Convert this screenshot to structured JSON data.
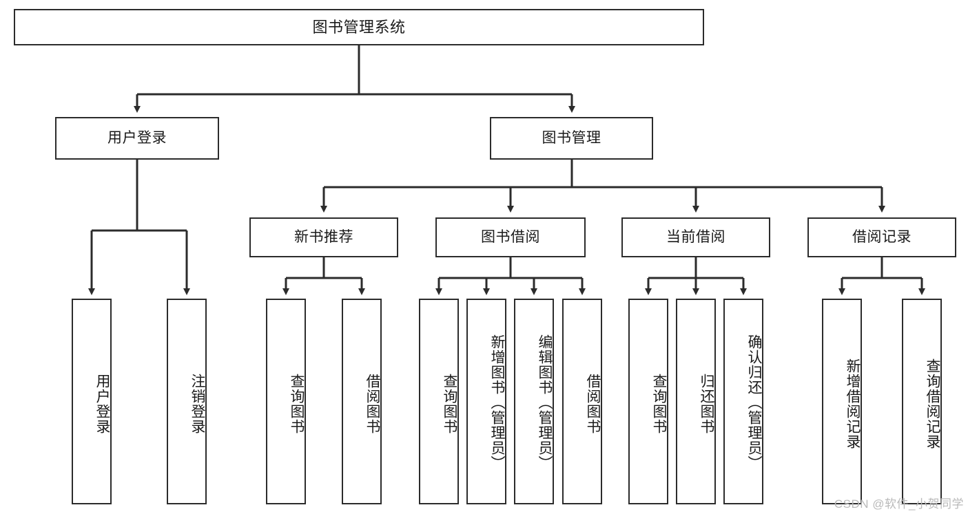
{
  "diagram": {
    "title": "图书管理系统",
    "type": "tree-hierarchy-chart",
    "root": {
      "label": "图书管理系统"
    },
    "level2": [
      {
        "label": "用户登录"
      },
      {
        "label": "图书管理"
      }
    ],
    "level3": [
      {
        "label": "新书推荐"
      },
      {
        "label": "图书借阅"
      },
      {
        "label": "当前借阅"
      },
      {
        "label": "借阅记录"
      }
    ],
    "leaves": [
      {
        "label": "用户登录"
      },
      {
        "label": "注销登录"
      },
      {
        "label": "查询图书"
      },
      {
        "label": "借阅图书"
      },
      {
        "label": "查询图书"
      },
      {
        "label": "新增图书（管理员）"
      },
      {
        "label": "编辑图书（管理员）"
      },
      {
        "label": "借阅图书"
      },
      {
        "label": "查询图书"
      },
      {
        "label": "归还图书"
      },
      {
        "label": "确认归还（管理员）"
      },
      {
        "label": "新增借阅记录"
      },
      {
        "label": "查询借阅记录"
      }
    ]
  },
  "watermark": {
    "text": "CSDN @软件_小贺同学"
  },
  "colors": {
    "stroke": "#2b2b2b",
    "background": "#ffffff",
    "text": "#1a1a1a",
    "watermark": "#b9b9b9"
  }
}
